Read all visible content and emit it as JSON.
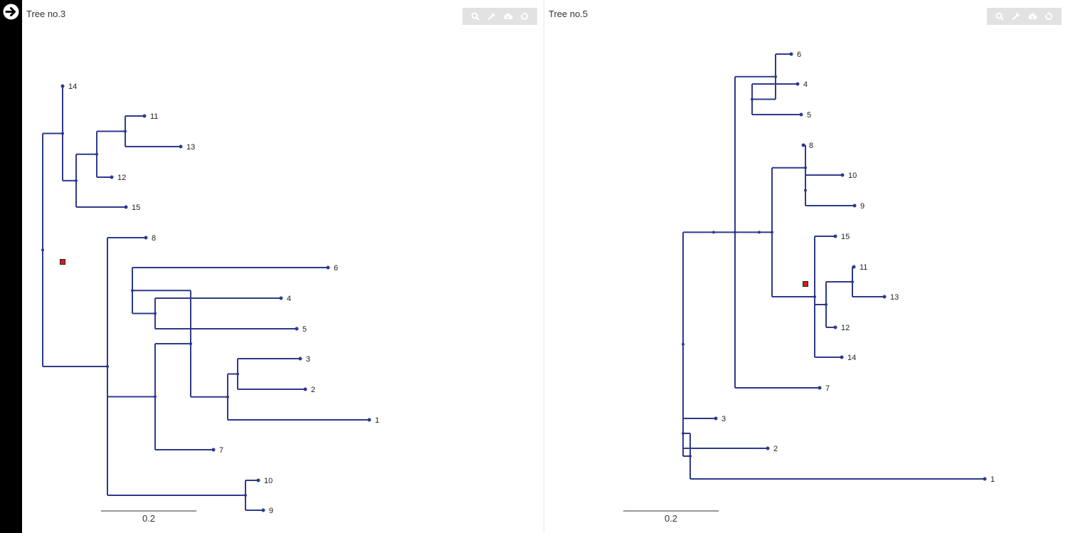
{
  "sidebar": {
    "toggle_icon": "arrow-right-circle-icon"
  },
  "toolbar": {
    "buttons": [
      {
        "name": "search",
        "icon": "search-icon"
      },
      {
        "name": "settings",
        "icon": "wrench-icon"
      },
      {
        "name": "download",
        "icon": "cloud-download-icon"
      },
      {
        "name": "reset",
        "icon": "refresh-icon"
      }
    ]
  },
  "colors": {
    "edge": "#2e3a8c",
    "root": "#d61b1b",
    "toolbar_bg": "#e2e2e2"
  },
  "trees": [
    {
      "title": "Tree no.3",
      "scale_label": "0.2",
      "newick_topology": "((14,(((11,13),12),15)),(8,(((6,(4,5)),((3,2),1)),7),(10,9))))",
      "leaves": [
        "14",
        "11",
        "13",
        "12",
        "15",
        "8",
        "6",
        "4",
        "5",
        "3",
        "2",
        "1",
        "7",
        "10",
        "9"
      ]
    },
    {
      "title": "Tree no.5",
      "scale_label": "0.2",
      "newick_topology": "((((6,(4,5)),(((8,(10,9)),(15,((11,13),12),14))),7)),((3,2),1))",
      "leaves": [
        "6",
        "4",
        "5",
        "8",
        "10",
        "9",
        "15",
        "11",
        "13",
        "12",
        "14",
        "7",
        "3",
        "2",
        "1"
      ]
    }
  ]
}
